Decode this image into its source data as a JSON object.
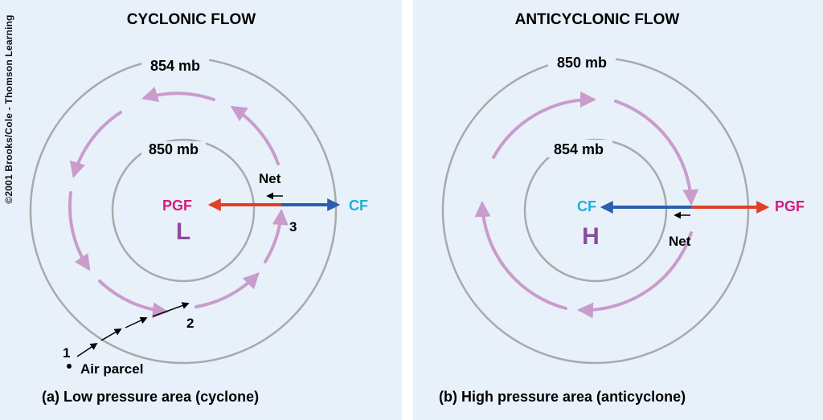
{
  "copyright": "©2001 Brooks/Cole - Thomson Learning",
  "left": {
    "title": "CYCLONIC FLOW",
    "outer_isobar": "854 mb",
    "inner_isobar": "850 mb",
    "center": "L",
    "pgf": "PGF",
    "cf": "CF",
    "net": "Net",
    "point1": "1",
    "point2": "2",
    "point3": "3",
    "air_parcel": "Air parcel",
    "caption": "(a) Low pressure area (cyclone)"
  },
  "right": {
    "title": "ANTICYCLONIC FLOW",
    "outer_isobar": "850 mb",
    "inner_isobar": "854 mb",
    "center": "H",
    "pgf": "PGF",
    "cf": "CF",
    "net": "Net",
    "caption": "(b) High pressure area (anticyclone)"
  },
  "colors": {
    "panel_bg": "#e8f1fa",
    "isobar": "#a9a9a9",
    "flow": "#c99ccc",
    "pgf_arrow": "#e0402a",
    "cf_arrow": "#2a5fb0",
    "pgf_text": "#d6197f",
    "cf_text": "#1fb0d8",
    "center_text": "#8b4b9c"
  }
}
